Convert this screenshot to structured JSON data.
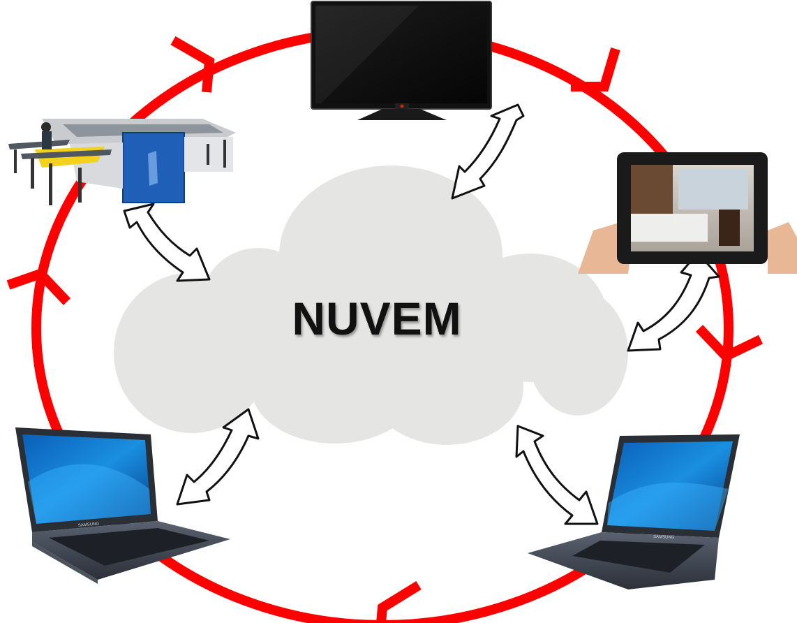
{
  "cloud": {
    "label": "NUVEM",
    "fill": "#e5e5e3"
  },
  "ring": {
    "color": "#ff0000"
  },
  "devices": [
    {
      "name": "panel-saw-machine"
    },
    {
      "name": "television"
    },
    {
      "name": "tablet-with-kitchen-design"
    },
    {
      "name": "laptop-left"
    },
    {
      "name": "laptop-right"
    }
  ],
  "brand_text": "SAMSUNG"
}
